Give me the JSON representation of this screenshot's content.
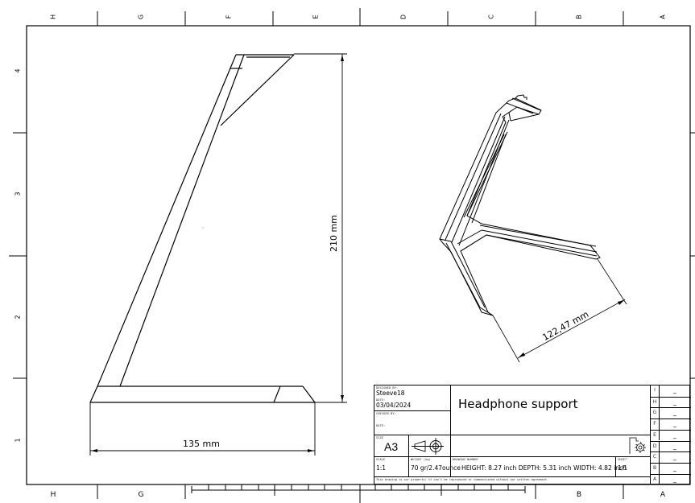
{
  "border": {
    "columns_top": [
      "H",
      "G",
      "F",
      "E",
      "D",
      "C",
      "B",
      "A"
    ],
    "columns_bottom": [
      "H",
      "G",
      "B",
      "A"
    ],
    "rows_left": [
      "4",
      "3",
      "2",
      "1"
    ]
  },
  "drawing": {
    "front_view": {
      "height_dimension": "210 mm",
      "width_dimension": "135 mm"
    },
    "isometric_view": {
      "dimension": "122,47 mm"
    }
  },
  "title_block": {
    "designed_by_label": "DESIGNED BY:",
    "designed_by": "Steeve18",
    "date_label": "DATE:",
    "date": "03/04/2024",
    "checked_by_label": "CHECKED BY:",
    "checked_date_label": "DATE:",
    "size_label": "SIZE",
    "size": "A3",
    "title": "Headphone support",
    "scale_label": "SCALE",
    "scale": "1:1",
    "weight_label": "WEIGHT (kg)",
    "weight": "70 gr/2.47ounce",
    "drawing_number_label": "DRAWING NUMBER",
    "drawing_number": "HEIGHT: 8.27 inch DEPTH: 5.31 inch  WIDTH: 4.82 inch",
    "sheet_label": "SHEET",
    "sheet": "1/1",
    "footer": "This drawing is our property; it can't be reproduced or communicated without our written agreement.",
    "revisions": [
      {
        "letter": "I",
        "value": "_"
      },
      {
        "letter": "H",
        "value": "_"
      },
      {
        "letter": "G",
        "value": "_"
      },
      {
        "letter": "F",
        "value": "_"
      },
      {
        "letter": "E",
        "value": "_"
      },
      {
        "letter": "D",
        "value": "_"
      },
      {
        "letter": "C",
        "value": "_"
      },
      {
        "letter": "B",
        "value": "_"
      },
      {
        "letter": "A",
        "value": "_"
      }
    ]
  }
}
